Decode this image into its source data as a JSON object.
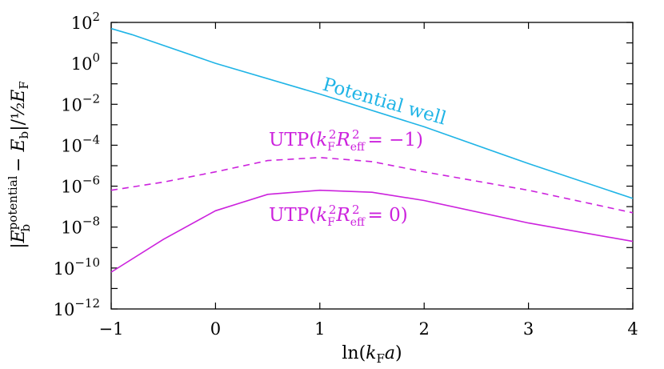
{
  "chart_data": {
    "type": "line",
    "xlabel": "ln(k_F a)",
    "ylabel": "|E_b^potential − E_b| / ½ E_F",
    "xlim": [
      -1,
      4
    ],
    "ylim_log10": [
      -12,
      2
    ],
    "yscale": "log",
    "x_ticks": [
      -1,
      0,
      1,
      2,
      3,
      4
    ],
    "x_tick_labels": [
      "−1",
      "0",
      "1",
      "2",
      "3",
      "4"
    ],
    "y_ticks_exponents": [
      2,
      0,
      -2,
      -4,
      -6,
      -8,
      -10,
      -12
    ],
    "grid": false,
    "legend": "none (inline annotations)",
    "series": [
      {
        "name": "Potential well",
        "color": "#1fb4e6",
        "dash": "solid",
        "x": [
          -1,
          -0.8,
          0,
          1,
          2,
          3,
          4
        ],
        "y_log10": [
          1.7,
          1.4,
          0.0,
          -1.5,
          -3.1,
          -4.9,
          -6.6
        ]
      },
      {
        "name": "UTP(k_F^2 R_eff^2 = −1)",
        "color": "#cc22dd",
        "dash": "dashed",
        "x": [
          -1,
          -0.5,
          0,
          0.5,
          1,
          1.5,
          2,
          3,
          4
        ],
        "y_log10": [
          -6.2,
          -5.8,
          -5.3,
          -4.75,
          -4.6,
          -4.8,
          -5.3,
          -6.2,
          -7.3
        ]
      },
      {
        "name": "UTP(k_F^2 R_eff^2 = 0)",
        "color": "#cc22dd",
        "dash": "solid",
        "x": [
          -1,
          -0.5,
          0,
          0.5,
          1,
          1.5,
          2,
          3,
          4
        ],
        "y_log10": [
          -10.2,
          -8.6,
          -7.2,
          -6.4,
          -6.2,
          -6.3,
          -6.7,
          -7.8,
          -8.7
        ]
      }
    ]
  },
  "annotations": {
    "potential_well": "Potential well",
    "utp_prefix": "UTP(",
    "utp_neg": "= −1)",
    "utp_zero": "= 0)",
    "k": "k",
    "k_sub": "F",
    "k_sup": "2",
    "r": "R",
    "r_sub": "eff",
    "r_sup": "2"
  },
  "axis_text": {
    "x_ln": "ln(",
    "x_k": "k",
    "x_sub": "F",
    "x_a": "a",
    "x_close": ")",
    "y_abs_open": "|",
    "y_E": "E",
    "y_sup": "potential",
    "y_sub_b": "b",
    "y_minus": " − ",
    "y_E2": "E",
    "y_sub_b2": "b",
    "y_abs_close": "|/",
    "y_half": "½",
    "y_EF": "E",
    "y_sub_F": "F",
    "tick_base": "10"
  }
}
